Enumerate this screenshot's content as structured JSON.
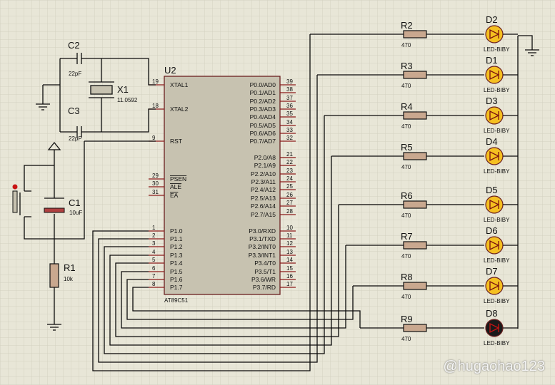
{
  "chip": {
    "ref": "U2",
    "model": "AT89C51",
    "left_pins": [
      {
        "num": "19",
        "name": "XTAL1"
      },
      {
        "num": "18",
        "name": "XTAL2"
      },
      {
        "num": "9",
        "name": "RST"
      },
      {
        "num": "29",
        "name": "PSEN"
      },
      {
        "num": "30",
        "name": "ALE"
      },
      {
        "num": "31",
        "name": "EA"
      },
      {
        "num": "1",
        "name": "P1.0"
      },
      {
        "num": "2",
        "name": "P1.1"
      },
      {
        "num": "3",
        "name": "P1.2"
      },
      {
        "num": "4",
        "name": "P1.3"
      },
      {
        "num": "5",
        "name": "P1.4"
      },
      {
        "num": "6",
        "name": "P1.5"
      },
      {
        "num": "7",
        "name": "P1.6"
      },
      {
        "num": "8",
        "name": "P1.7"
      }
    ],
    "right_pins": [
      {
        "num": "39",
        "name": "P0.0/AD0"
      },
      {
        "num": "38",
        "name": "P0.1/AD1"
      },
      {
        "num": "37",
        "name": "P0.2/AD2"
      },
      {
        "num": "36",
        "name": "P0.3/AD3"
      },
      {
        "num": "35",
        "name": "P0.4/AD4"
      },
      {
        "num": "34",
        "name": "P0.5/AD5"
      },
      {
        "num": "33",
        "name": "P0.6/AD6"
      },
      {
        "num": "32",
        "name": "P0.7/AD7"
      },
      {
        "num": "21",
        "name": "P2.0/A8"
      },
      {
        "num": "22",
        "name": "P2.1/A9"
      },
      {
        "num": "23",
        "name": "P2.2/A10"
      },
      {
        "num": "24",
        "name": "P2.3/A11"
      },
      {
        "num": "25",
        "name": "P2.4/A12"
      },
      {
        "num": "26",
        "name": "P2.5/A13"
      },
      {
        "num": "27",
        "name": "P2.6/A14"
      },
      {
        "num": "28",
        "name": "P2.7/A15"
      },
      {
        "num": "10",
        "name": "P3.0/RXD"
      },
      {
        "num": "11",
        "name": "P3.1/TXD"
      },
      {
        "num": "12",
        "name": "P3.2/INT0"
      },
      {
        "num": "13",
        "name": "P3.3/INT1"
      },
      {
        "num": "14",
        "name": "P3.4/T0"
      },
      {
        "num": "15",
        "name": "P3.5/T1"
      },
      {
        "num": "16",
        "name": "P3.6/WR"
      },
      {
        "num": "17",
        "name": "P3.7/RD"
      }
    ]
  },
  "crystal": {
    "ref": "X1",
    "value": "11.0592"
  },
  "caps": [
    {
      "ref": "C2",
      "value": "22pF"
    },
    {
      "ref": "C3",
      "value": "22pF"
    },
    {
      "ref": "C1",
      "value": "10uF"
    }
  ],
  "reset_resistor": {
    "ref": "R1",
    "value": "10k"
  },
  "leds": [
    {
      "res": "R2",
      "value": "470",
      "led": "D2",
      "model": "LED-BIBY",
      "on": true
    },
    {
      "res": "R3",
      "value": "470",
      "led": "D1",
      "model": "LED-BIBY",
      "on": true
    },
    {
      "res": "R4",
      "value": "470",
      "led": "D3",
      "model": "LED-BIBY",
      "on": true
    },
    {
      "res": "R5",
      "value": "470",
      "led": "D4",
      "model": "LED-BIBY",
      "on": true
    },
    {
      "res": "R6",
      "value": "470",
      "led": "D5",
      "model": "LED-BIBY",
      "on": true
    },
    {
      "res": "R7",
      "value": "470",
      "led": "D6",
      "model": "LED-BIBY",
      "on": true
    },
    {
      "res": "R8",
      "value": "470",
      "led": "D7",
      "model": "LED-BIBY",
      "on": true
    },
    {
      "res": "R9",
      "value": "470",
      "led": "D8",
      "model": "LED-BIBY",
      "on": false
    }
  ],
  "colors": {
    "background": "#e8e6d7",
    "grid": "#d3d1c1",
    "chip_fill": "#c7c2b0",
    "led_on": "#f5c020",
    "led_off": "#1a1a1a",
    "resistor_fill": "#c9a88f",
    "pin": "#8b1a1a",
    "dot": "#c81414"
  },
  "watermark": "@hugaohao123"
}
